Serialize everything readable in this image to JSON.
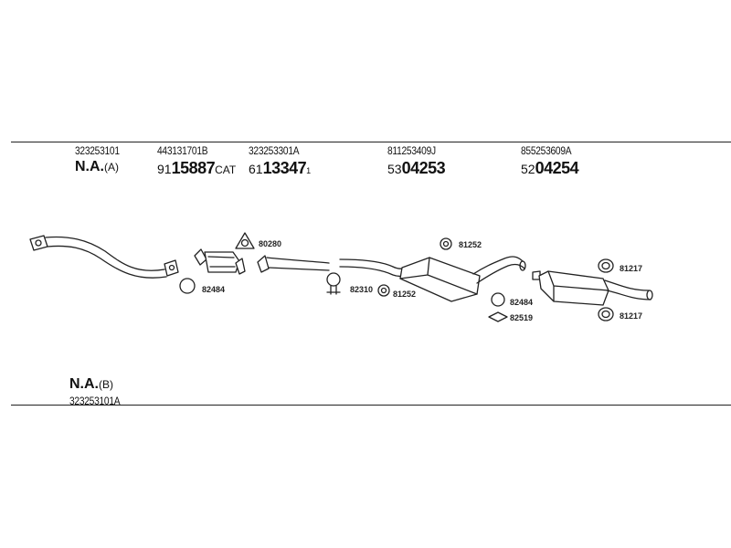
{
  "top_columns": [
    {
      "oem": "323253101",
      "prefix": "",
      "main": "N.A.",
      "suffix": "(A)",
      "sup": ""
    },
    {
      "oem": "443131701B",
      "prefix": "91",
      "main": "15887",
      "suffix": "CAT",
      "sup": ""
    },
    {
      "oem": "323253301A",
      "prefix": "61",
      "main": "13347",
      "suffix": "",
      "sup": "1"
    },
    {
      "oem": "811253409J",
      "prefix": "53",
      "main": "04253",
      "suffix": "",
      "sup": ""
    },
    {
      "oem": "855253609A",
      "prefix": "52",
      "main": "04254",
      "suffix": "",
      "sup": ""
    }
  ],
  "variant_b": {
    "main": "N.A.",
    "suffix": "(B)",
    "oem": "323253101A"
  },
  "part_labels": {
    "p80280": "80280",
    "p82484_a": "82484",
    "p82310": "82310",
    "p81252_a": "81252",
    "p81252_b": "81252",
    "p82484_b": "82484",
    "p82519": "82519",
    "p81217_a": "81217",
    "p81217_b": "81217"
  }
}
